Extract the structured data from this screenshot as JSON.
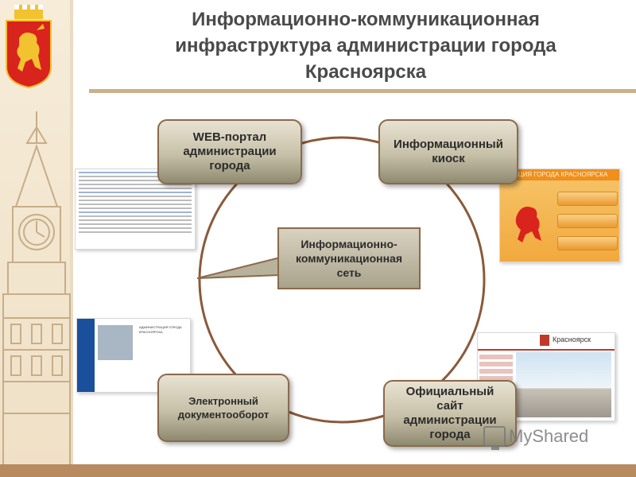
{
  "slide": {
    "title_lines": [
      "Информационно-коммуникационная",
      "инфраструктура администрации города",
      "Красноярска"
    ]
  },
  "nodes": {
    "web_portal": "WEB-портал администрации города",
    "kiosk": "Информационный киоск",
    "edoc": "Электронный документооборот",
    "official_site": "Официальный сайт администрации города"
  },
  "center": {
    "label": "Информационно-коммуникационная сеть"
  },
  "thumbnails": {
    "kiosk_header": "СТРАЦИЯ ГОРОДА КРАСНОЯРСКА",
    "site_name": "Красноярск",
    "doc_title": "АДМИНИСТРАЦИЯ ГОРОДА КРАСНОЯРСКА"
  },
  "watermark": {
    "text": "MyShared"
  },
  "colors": {
    "title": "#4a4a4a",
    "ring": "#8a5a3a",
    "side_panel": "#f3e6cf",
    "bottom_bar": "#b88a60",
    "emblem_red": "#d9231d",
    "emblem_gold": "#f2c230"
  }
}
